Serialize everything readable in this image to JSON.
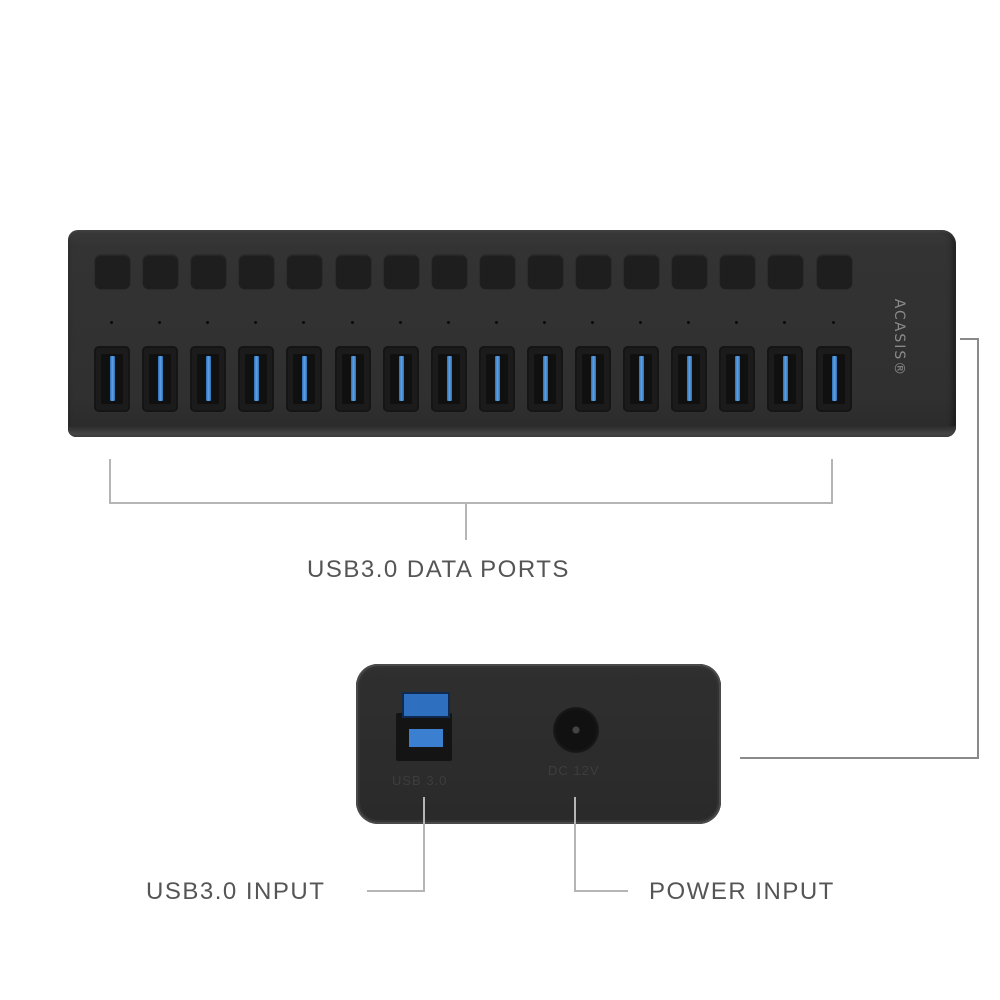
{
  "product": {
    "brand_logo": "ACASIS®",
    "port_count": 16,
    "switch_count": 16,
    "led_count": 16,
    "port_color": "#4a8fd8",
    "body_color": "#303030"
  },
  "callouts": {
    "data_ports": "USB3.0 DATA PORTS",
    "usb_input": "USB3.0 INPUT",
    "power_input": "POWER INPUT"
  },
  "back_panel": {
    "usb_label": "USB 3.0",
    "dc_label": "DC 12V"
  }
}
